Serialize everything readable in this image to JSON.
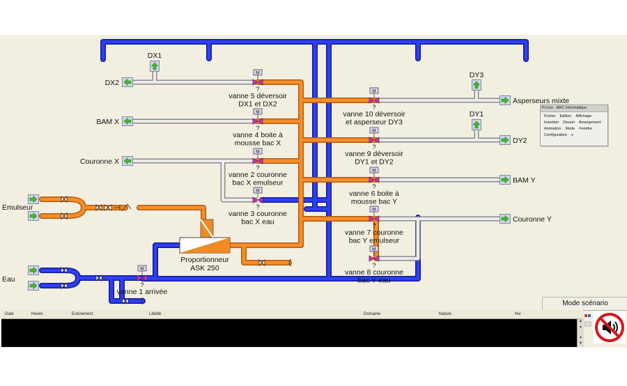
{
  "diagram": {
    "outputs_left": [
      "DX1",
      "DX2",
      "BAM X",
      "Couronne X"
    ],
    "outputs_right": [
      "DY3",
      "Asperseurs mixte",
      "DY1",
      "DY2",
      "BAM Y",
      "Couronne Y"
    ],
    "inputs": [
      "Emulseur",
      "Eau"
    ],
    "proportioner": [
      "Proportionneur",
      "ASK 250"
    ],
    "valve_mark": "M",
    "valve_state": "?",
    "valves": {
      "v5": [
        "vanne 5 déversoir",
        "DX1 et DX2"
      ],
      "v4": [
        "vanne 4 boite à",
        "mousse bac X"
      ],
      "v2": [
        "vanne 2 couronne",
        "bac X emulseur"
      ],
      "v3": [
        "vanne 3 couronne",
        "bac X eau"
      ],
      "v10": [
        "vanne 10 déversoir",
        "et asperseur DY3"
      ],
      "v9": [
        "vanne 9 déversoir",
        "DY1 et DY2"
      ],
      "v6": [
        "vanne 6 boite à",
        "mousse bac Y"
      ],
      "v7": [
        "vanne 7 couronne",
        "bac Y emulseur"
      ],
      "v8": [
        "vanne 8 couronne",
        "bac Y eau"
      ],
      "v1": [
        "vanne 1 arrivée"
      ]
    }
  },
  "popup": {
    "title": "PcVue - ARC Informatique",
    "rows": [
      [
        "Fichier",
        "Edition",
        "Affichage"
      ],
      [
        "Insertion",
        "Dessin",
        "Arrangement"
      ],
      [
        "Animation",
        "Mode",
        "Fenêtre"
      ],
      [
        "Configuration"
      ]
    ]
  },
  "mode_button": "Mode scénario",
  "event_columns": [
    "Date",
    "Heure",
    "Evénement",
    "Libellé",
    "Domaine",
    "Nature",
    "Niv"
  ],
  "icons": {
    "arrow": "green-arrow-icon",
    "valve": "motor-valve-icon",
    "sound": "mute-sound-icon"
  },
  "colors": {
    "water": "#1c28c8",
    "emulsion": "#f08a24",
    "foam": "#c8c8c8",
    "arrow": "#44b82e"
  }
}
